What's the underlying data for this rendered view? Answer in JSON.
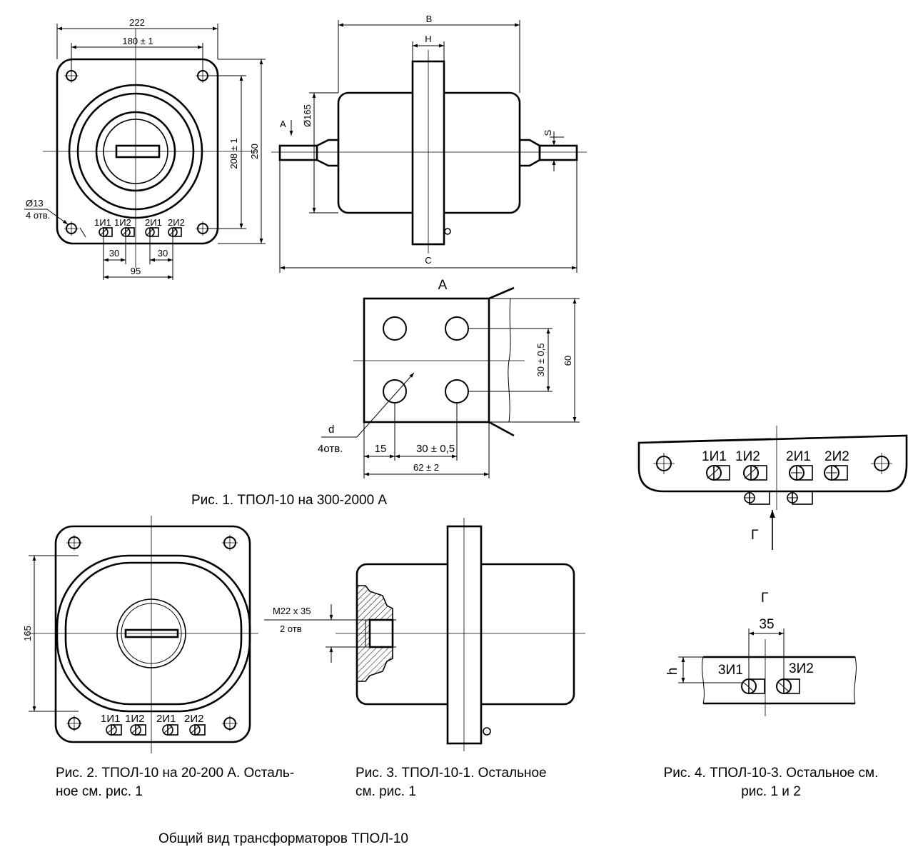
{
  "fig1": {
    "dims": {
      "width_total": "222",
      "hole_pitch_h": "180 ± 1",
      "hole_pitch_v": "208 ± 1",
      "height_total": "250",
      "hole_dia": "Ø13",
      "hole_count": "4 отв.",
      "dim_30_left": "30",
      "dim_30_right": "30",
      "dim_95": "95"
    },
    "terminals": [
      "1И1",
      "1И2",
      "2И1",
      "2И2"
    ],
    "side": {
      "dim_b": "B",
      "dim_h": "H",
      "dim_c": "C",
      "dim_s": "S",
      "dia165": "Ø165",
      "view_a": "A"
    },
    "view_a": {
      "title": "A",
      "d": "d",
      "holes": "4отв.",
      "d15": "15",
      "d30": "30  ±  0,5",
      "d62": "62 ±  2",
      "v30": "30 ± 0,5",
      "v60": "60"
    },
    "caption": "Рис. 1. ТПОЛ-10 на 300-2000 А"
  },
  "fig2": {
    "dim_165": "165",
    "terminals": [
      "1И1",
      "1И2",
      "2И1",
      "2И2"
    ],
    "caption_l1": "Рис. 2. ТПОЛ-10 на 20-200 А. Осталь-",
    "caption_l2": "ное см. рис. 1"
  },
  "fig3": {
    "thread": "М22 х 35",
    "thread_count": "2 отв",
    "caption_l1": "Рис. 3.   ТПОЛ-10-1. Остальное",
    "caption_l2": "см. рис. 1"
  },
  "fig4": {
    "terminals": [
      "1И1",
      "1И2",
      "2И1",
      "2И2"
    ],
    "view_g": "Г",
    "view_g_title": "Г",
    "dim_35": "35",
    "dim_h": "h",
    "terminals3": [
      "3И1",
      "3И2"
    ],
    "caption_l1": "Рис. 4. ТПОЛ-10-3. Остальное см.",
    "caption_l2": "рис. 1 и 2"
  },
  "footer": "Общий вид трансформаторов ТПОЛ-10"
}
